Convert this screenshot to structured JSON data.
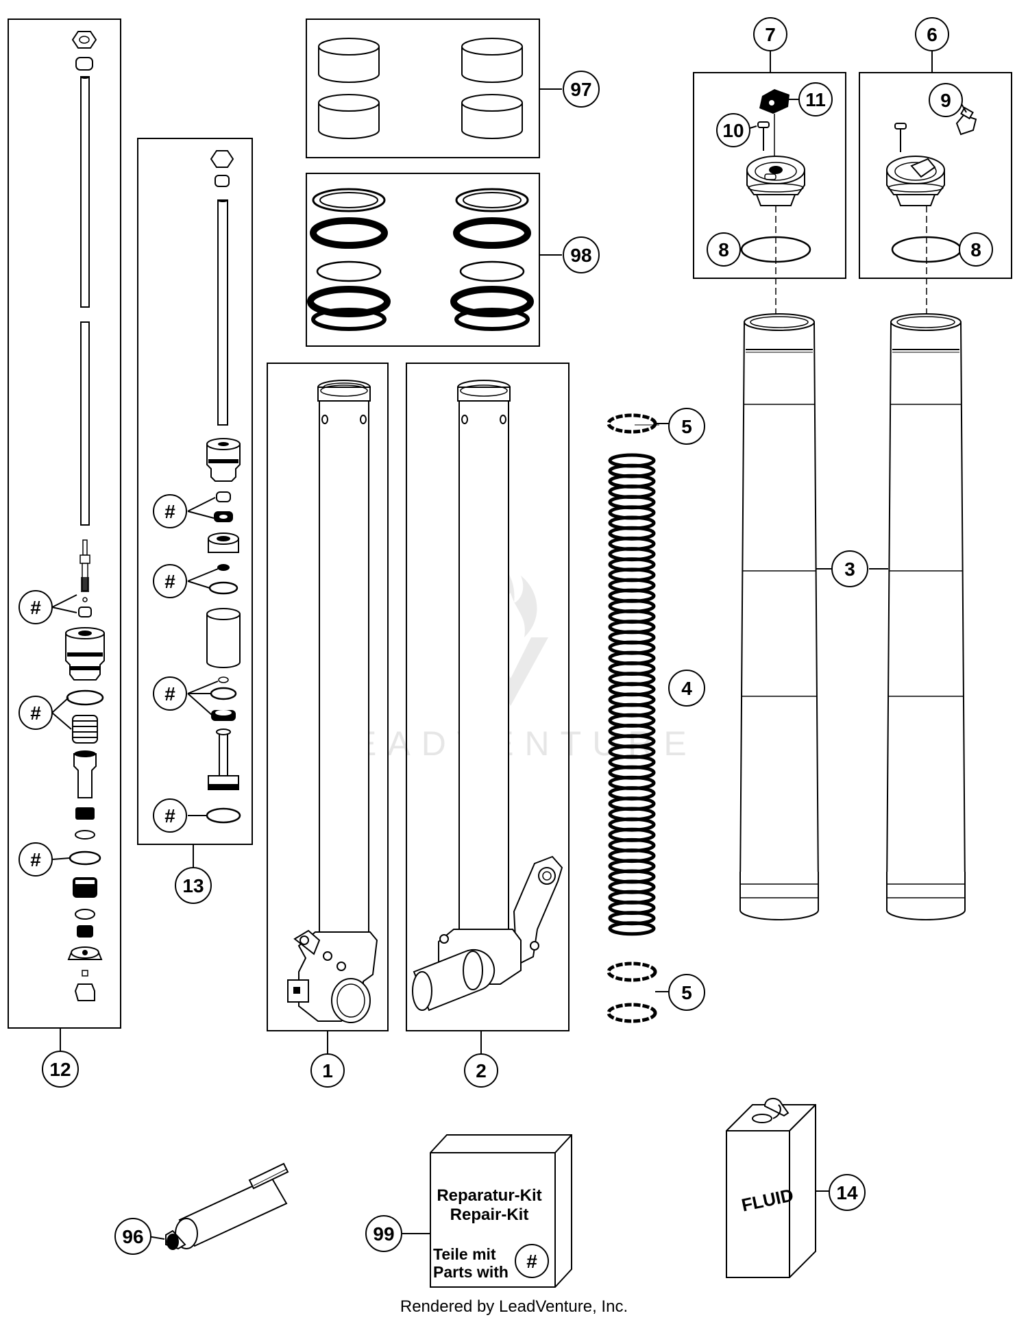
{
  "watermark": "LEADVENTURE",
  "footer": "Rendered by LeadVenture, Inc.",
  "fluid_label": "FLUID",
  "repair_kit": {
    "line1": "Reparatur-Kit",
    "line2": "Repair-Kit",
    "line3": "Teile mit",
    "line4": "Parts with",
    "symbol": "#"
  },
  "callouts": {
    "c1": "1",
    "c2": "2",
    "c3": "3",
    "c4": "4",
    "c5a": "5",
    "c5b": "5",
    "c6": "6",
    "c7": "7",
    "c8a": "8",
    "c8b": "8",
    "c9": "9",
    "c10": "10",
    "c11": "11",
    "c12": "12",
    "c13": "13",
    "c14": "14",
    "c96": "96",
    "c97": "97",
    "c98": "98",
    "c99": "99",
    "h1": "#",
    "h2": "#",
    "h3": "#",
    "h4": "#",
    "h5": "#",
    "h6": "#",
    "h7": "#",
    "h8": "#"
  }
}
